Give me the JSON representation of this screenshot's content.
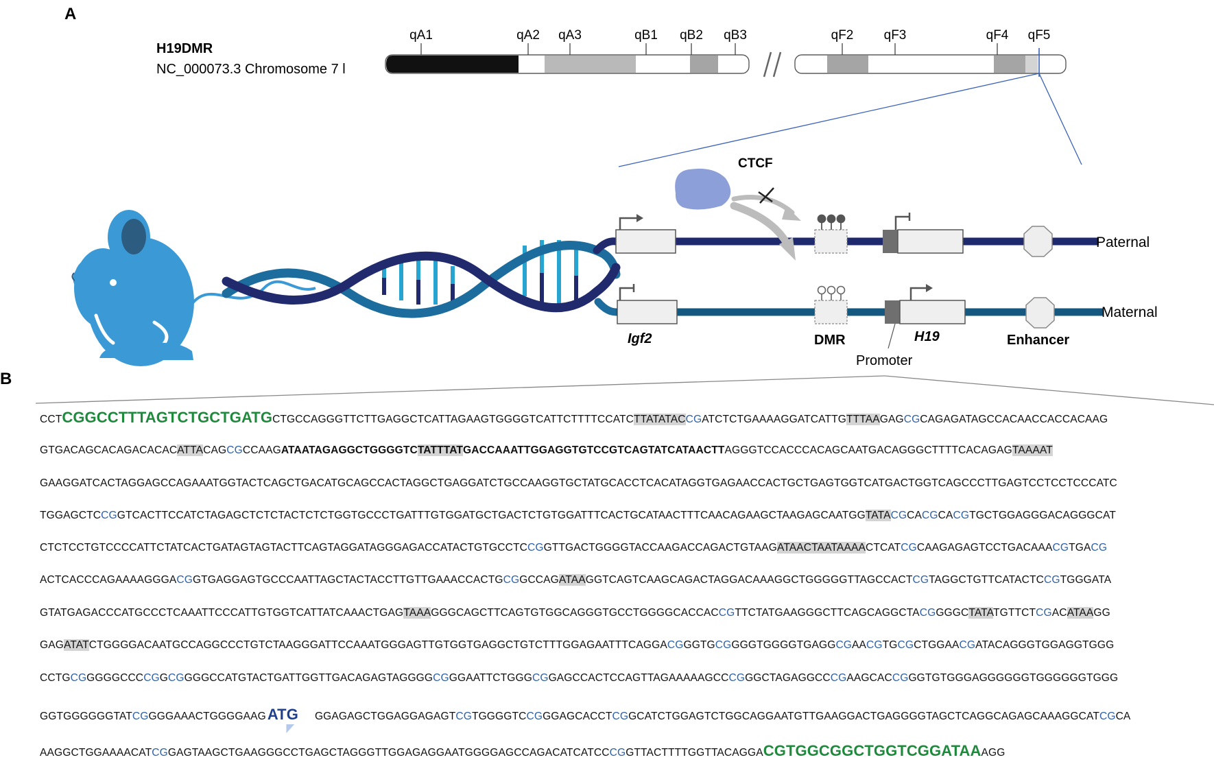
{
  "panels": {
    "a": "A",
    "b": "B"
  },
  "chromosome": {
    "name": "H19DMR",
    "accession": "NC_000073.3 Chromosome 7 l",
    "left_bands": [
      "qA1",
      "qA2",
      "qA3",
      "qB1",
      "qB2",
      "qB3"
    ],
    "right_bands": [
      "qF2",
      "qF3",
      "qF4",
      "qF5"
    ]
  },
  "locus": {
    "ctcf": "CTCF",
    "paternal": "Paternal",
    "maternal": "Maternal",
    "igf2": "Igf2",
    "dmr": "DMR",
    "h19": "H19",
    "enhancer": "Enhancer",
    "promoter": "Promoter"
  },
  "colors": {
    "mouse": "#3b9ad6",
    "mouse_ear": "#2c5d80",
    "strand_dark": "#222a6e",
    "strand_mid": "#1c6d9e",
    "rung_light": "#27a4cf",
    "ctcf": "#8c9fd8",
    "cpg": "#2f62a8",
    "primer": "#1e8a3c"
  },
  "sequence": [
    [
      [
        "t",
        "CCT"
      ],
      [
        "p",
        "CGGCCTTTAGTCTGCTGATG"
      ],
      [
        "t",
        "CTGCCAGGGTTCTTGAGGCTCATTAGAAGTGGGGTCATTCTTTTCCATC"
      ],
      [
        "x",
        "TTATATAC"
      ],
      [
        "c",
        "CG"
      ],
      [
        "t",
        "ATCTCTGAAAAGGATCATTG"
      ],
      [
        "x",
        "TTTAA"
      ],
      [
        "t",
        "GAG"
      ],
      [
        "c",
        "CG"
      ],
      [
        "t",
        "CAGAGATAGCCACAACCACCACAAG"
      ]
    ],
    [
      [
        "t",
        "GTGACAGCACAGACACAC"
      ],
      [
        "x",
        "ATTA"
      ],
      [
        "t",
        "CAG"
      ],
      [
        "c",
        "CG"
      ],
      [
        "t",
        "CCAAG"
      ],
      [
        "b",
        "ATAATAGAGGCTGGGGTC"
      ],
      [
        "y",
        "TATTTAT"
      ],
      [
        "b",
        "GACCAAATTGGAGGTGTCCGTCAGTATCATAACTT"
      ],
      [
        "t",
        "AGGGTCCACCCACAGCAATGACAGGGCTTTTCACAGAG"
      ],
      [
        "x",
        "TAAAAT"
      ]
    ],
    [
      [
        "t",
        "GAAGGATCACTAGGAGCCAGAAATGGTACTCAGCTGACATGCAGCCACTAGGCTGAGGATCTGCCAAGGTGCTATGCACCTCACATAGGTGAGAACCACTGCTGAGTGGTCATGACTGGTCAGCCCTTGAGTCCTCCTCCCATC"
      ]
    ],
    [
      [
        "t",
        "TGGAGCTC"
      ],
      [
        "c",
        "CG"
      ],
      [
        "t",
        "GTCACTTCCATCTAGAGCTCTCTACTCTCTGGTGCCCTGATTTGTGGATGCTGACTCTGTGGATTTCACTGCATAACTTTCAACAGAAGCTAAGAGCAATGG"
      ],
      [
        "x",
        "TATA"
      ],
      [
        "c",
        "CG"
      ],
      [
        "t",
        "CA"
      ],
      [
        "c",
        "CG"
      ],
      [
        "t",
        "CA"
      ],
      [
        "c",
        "CG"
      ],
      [
        "t",
        "TGCTGGAGGGACAGGGCAT"
      ]
    ],
    [
      [
        "t",
        "CTCTCCTGTCCCCATTCTATCACTGATAGTAGTACTTCAGTAGGATAGGGAGACCATACTGTGCCTC"
      ],
      [
        "c",
        "CG"
      ],
      [
        "t",
        "GTTGACTGGGGTACCAAGACCAGACTGTAAG"
      ],
      [
        "x",
        "ATAAC"
      ],
      [
        "x",
        "TAATAAAA"
      ],
      [
        "t",
        "CTCAT"
      ],
      [
        "c",
        "CG"
      ],
      [
        "t",
        "CAAGAGAGTCCTGACAAA"
      ],
      [
        "c",
        "CG"
      ],
      [
        "t",
        "TGA"
      ],
      [
        "c",
        "CG"
      ]
    ],
    [
      [
        "t",
        "ACTCACCCAGAAAAGGGA"
      ],
      [
        "c",
        "CG"
      ],
      [
        "t",
        "GTGAGGAGTGCCCAATTAGCTACTACCTTGTTGAAACCACTG"
      ],
      [
        "c",
        "CG"
      ],
      [
        "t",
        "GCCAG"
      ],
      [
        "x",
        "ATAA"
      ],
      [
        "t",
        "GGTCAGTCAAGCAGACTAGGACAAAGGCTGGGGGTTAGCCACT"
      ],
      [
        "c",
        "CG"
      ],
      [
        "t",
        "TAGGCTGTTCATACTC"
      ],
      [
        "c",
        "CG"
      ],
      [
        "t",
        "TGGGATA"
      ]
    ],
    [
      [
        "t",
        "GTATGAGACCCATGCCCTCAAATTCCCATTGTGGTCATTATCAAACTGAG"
      ],
      [
        "x",
        "TAAA"
      ],
      [
        "t",
        "GGGCAGCTTCAGTGTGGCAGGGTGCCTGGGGCACCAC"
      ],
      [
        "c",
        "CG"
      ],
      [
        "t",
        "TTCTATGAAGGGCTTCAGCAGGCTA"
      ],
      [
        "c",
        "CG"
      ],
      [
        "t",
        "GGGC"
      ],
      [
        "x",
        "TATA"
      ],
      [
        "t",
        "TGTTCT"
      ],
      [
        "c",
        "CG"
      ],
      [
        "t",
        "AC"
      ],
      [
        "x",
        "ATAA"
      ],
      [
        "t",
        "GG"
      ]
    ],
    [
      [
        "t",
        "GAG"
      ],
      [
        "x",
        "ATAT"
      ],
      [
        "t",
        "CTGGGGACAATGCCAGGCCCTGTCTAAGGGATTCCAAATGGGAGTTGTGGTGAGGCTGTCTTTGGAGAATTTCAGGA"
      ],
      [
        "c",
        "CG"
      ],
      [
        "t",
        "GGTG"
      ],
      [
        "c",
        "CG"
      ],
      [
        "t",
        "GGGTGGGGTGAGG"
      ],
      [
        "c",
        "CG"
      ],
      [
        "t",
        "AA"
      ],
      [
        "c",
        "CG"
      ],
      [
        "t",
        "TG"
      ],
      [
        "c",
        "CG"
      ],
      [
        "t",
        "CTGGAA"
      ],
      [
        "c",
        "CG"
      ],
      [
        "t",
        "ATACAGGGTGGAGGTGGG"
      ]
    ],
    [
      [
        "t",
        "CCTG"
      ],
      [
        "c",
        "CG"
      ],
      [
        "t",
        "GGGGCCC"
      ],
      [
        "c",
        "CG"
      ],
      [
        "t",
        "G"
      ],
      [
        "c",
        "CG"
      ],
      [
        "t",
        "GGGCCATGTACTGATTGGTTGACAGAGTAGGGG"
      ],
      [
        "c",
        "CG"
      ],
      [
        "t",
        "GGAATTCTGGG"
      ],
      [
        "c",
        "CG"
      ],
      [
        "t",
        "GAGCCACTCCAGTTAGAAAAAGCC"
      ],
      [
        "c",
        "CG"
      ],
      [
        "t",
        "GGCTAGAGGCC"
      ],
      [
        "c",
        "CG"
      ],
      [
        "t",
        "AAGCAC"
      ],
      [
        "c",
        "CG"
      ],
      [
        "t",
        "GGTGTGGGAGGGGGGTGGGGGGTGGG"
      ]
    ],
    [
      [
        "t",
        "GGTGGGGGGTAT"
      ],
      [
        "c",
        "CG"
      ],
      [
        "t",
        "GGGAAACTGGGGAAG"
      ],
      [
        "a",
        "ATG"
      ],
      [
        "t",
        "GGAGAGCTGGAGGAGAGT"
      ],
      [
        "c",
        "CG"
      ],
      [
        "t",
        "TGGGGTC"
      ],
      [
        "c",
        "CG"
      ],
      [
        "t",
        "GGAGCACCT"
      ],
      [
        "c",
        "CG"
      ],
      [
        "t",
        "GCATCTGGAGTCTGGCAGGAATGTTGAAGGACTGAGGGGTAGCTCAGGCAGAGCAAAGGCAT"
      ],
      [
        "c",
        "CG"
      ],
      [
        "t",
        "CA"
      ]
    ],
    [
      [
        "t",
        "AAGGCTGGAAAACAT"
      ],
      [
        "c",
        "CG"
      ],
      [
        "t",
        "GAGTAAGCTGAAGGGCCTGAGCTAGGGTTGGAGAGGAATGGGGAGCCAGACATCATCC"
      ],
      [
        "c",
        "CG"
      ],
      [
        "t",
        "GTTACTTTTGGTTACAGGA"
      ],
      [
        "p",
        "CGTGGCGGCTGGTCGGATAA"
      ],
      [
        "t",
        "AGG"
      ]
    ]
  ]
}
